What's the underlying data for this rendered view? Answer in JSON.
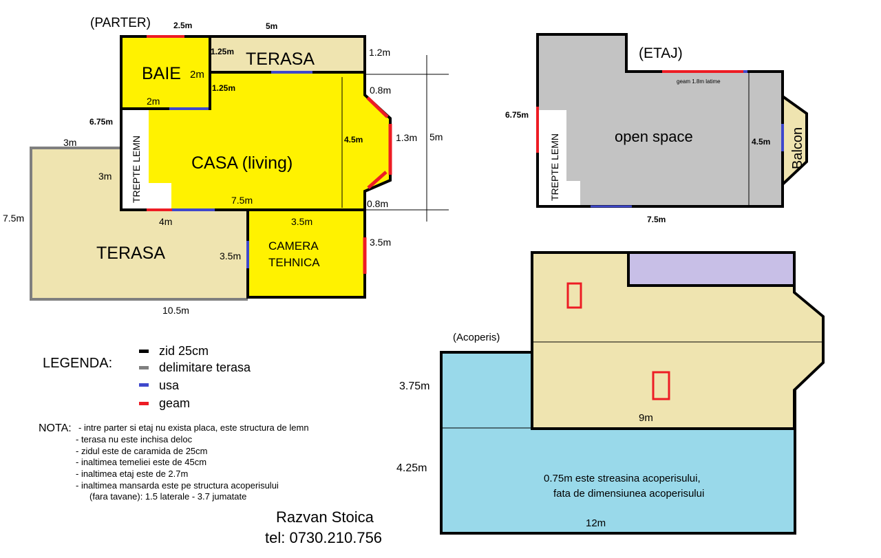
{
  "colors": {
    "wall": "#000000",
    "terrace_border": "#7f7f7f",
    "door": "#3f48cc",
    "window": "#ed1c24",
    "room": "#fff200",
    "terrace": "#efe4b0",
    "upper": "#c3c3c3",
    "roof_low": "#99d9ea",
    "roof_purple": "#c8bfe7"
  },
  "parter": {
    "title": "(PARTER)",
    "rooms": {
      "baie": "BAIE",
      "terasa_top": "TERASA",
      "casa": "CASA (living)",
      "trepte": "TREPTE LEMN",
      "terasa_left": "TERASA",
      "camera_line1": "CAMERA",
      "camera_line2": "TEHNICA"
    },
    "dims": {
      "d_2_5": "2.5m",
      "d_5": "5m",
      "d_1_25a": "1.25m",
      "d_1_2": "1.2m",
      "d_2m_baie": "2m",
      "d_1_25b": "1.25m",
      "d_0_8a": "0.8m",
      "d_2m": "2m",
      "d_6_75": "6.75m",
      "d_4_5": "4.5m",
      "d_1_3": "1.3m",
      "d_5m_right": "5m",
      "d_3m_top": "3m",
      "d_3m": "3m",
      "d_7_5": "7.5m",
      "d_0_8b": "0.8m",
      "d_7_5_left": "7.5m",
      "d_4m": "4m",
      "d_3_5_top": "3.5m",
      "d_3_5_right": "3.5m",
      "d_3_5_left": "3.5m",
      "d_10_5": "10.5m"
    }
  },
  "etaj": {
    "title": "(ETAJ)",
    "window_note": "geam 1.8m latime",
    "room": "open space",
    "trepte": "TREPTE LEMN",
    "balcon": "Balcon",
    "dims": {
      "left": "6.75m",
      "height": "4.5m",
      "bottom": "7.5m"
    }
  },
  "acoperis": {
    "title": "(Acoperis)",
    "dims": {
      "d_3_75": "3.75m",
      "d_4_25": "4.25m",
      "d_9": "9m",
      "d_12": "12m"
    },
    "note_line1": "0.75m este streasina acoperisului,",
    "note_line2": "fata de dimensiunea acoperisului"
  },
  "legend": {
    "title": "LEGENDA:",
    "items": [
      {
        "label": "zid 25cm",
        "color": "#000000"
      },
      {
        "label": "delimitare terasa",
        "color": "#7f7f7f"
      },
      {
        "label": "usa",
        "color": "#3f48cc"
      },
      {
        "label": "geam",
        "color": "#ed1c24"
      }
    ]
  },
  "nota": {
    "title": "NOTA:",
    "lines": [
      "- intre parter si etaj nu exista placa, este structura de lemn",
      "- terasa nu este inchisa deloc",
      "- zidul este de caramida de 25cm",
      "- inaltimea temeliei este de 45cm",
      "- inaltimea etaj este de 2.7m",
      "- inaltimea mansarda este pe structura acoperisului",
      "(fara tavane): 1.5 laterale - 3.7 jumatate"
    ]
  },
  "author": {
    "name": "Razvan Stoica",
    "phone": "tel: 0730.210.756"
  }
}
